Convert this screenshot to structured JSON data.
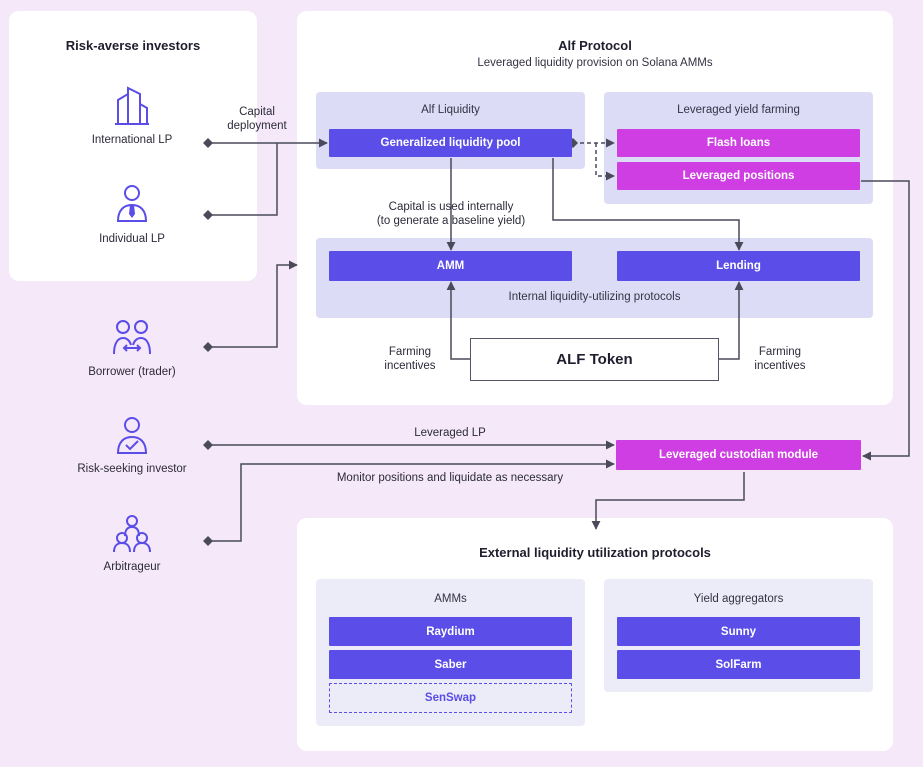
{
  "left_panel": {
    "title": "Risk-averse investors"
  },
  "actors": {
    "international_lp": "International LP",
    "individual_lp": "Individual LP",
    "borrower": "Borrower (trader)",
    "risk_seeking": "Risk-seeking investor",
    "arbitrageur": "Arbitrageur"
  },
  "alf": {
    "title": "Alf Protocol",
    "subtitle": "Leveraged liquidity provision on Solana AMMs",
    "liquidity_title": "Alf Liquidity",
    "pool": "Generalized liquidity pool",
    "yield_title": "Leveraged yield farming",
    "flash_loans": "Flash loans",
    "leveraged_positions": "Leveraged positions",
    "internal_note_1": "Capital is used internally",
    "internal_note_2": "(to generate a baseline yield)",
    "amm": "AMM",
    "lending": "Lending",
    "internal_title": "Internal liquidity-utilizing protocols",
    "farming_left_1": "Farming",
    "farming_left_2": "incentives",
    "farming_right_1": "Farming",
    "farming_right_2": "incentives",
    "token": "ALF Token"
  },
  "flows": {
    "capital_1": "Capital",
    "capital_2": "deployment",
    "leveraged_lp": "Leveraged LP",
    "monitor": "Monitor positions and liquidate as necessary"
  },
  "custodian": "Leveraged custodian module",
  "external": {
    "title": "External liquidity utilization protocols",
    "amms_title": "AMMs",
    "raydium": "Raydium",
    "saber": "Saber",
    "senswap": "SenSwap",
    "agg_title": "Yield aggregators",
    "sunny": "Sunny",
    "solfarm": "SolFarm"
  },
  "colors": {
    "primary": "#5b4de8",
    "magenta": "#cf3ee3",
    "background": "#f5e8f9",
    "sub_panel": "#dcdcf7"
  }
}
